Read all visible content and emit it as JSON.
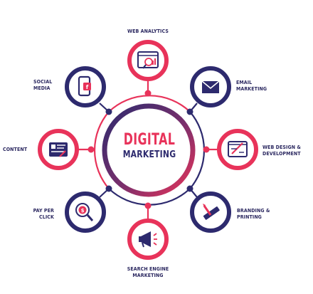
{
  "center": {
    "line1": "DIGITAL",
    "line2": "MARKETING"
  },
  "nodes": [
    {
      "id": "web-analytics",
      "line1": "WEB ANALYTICS",
      "line2": "",
      "icon": "analytics-icon",
      "color": "#e8335a"
    },
    {
      "id": "email-marketing",
      "line1": "EMAIL",
      "line2": "MARKETING",
      "icon": "email-icon",
      "color": "#2d2a6e"
    },
    {
      "id": "web-design",
      "line1": "WEB DESIGN &",
      "line2": "DEVELOPMENT",
      "icon": "web-design-icon",
      "color": "#e8335a"
    },
    {
      "id": "branding-printing",
      "line1": "BRANDING &",
      "line2": "PRINTING",
      "icon": "branding-icon",
      "color": "#2d2a6e"
    },
    {
      "id": "search-engine-marketing",
      "line1": "SEARCH ENGINE",
      "line2": "MARKETING",
      "icon": "megaphone-icon",
      "color": "#e8335a"
    },
    {
      "id": "pay-per-click",
      "line1": "PAY PER",
      "line2": "CLICK",
      "icon": "pay-per-click-icon",
      "color": "#2d2a6e"
    },
    {
      "id": "content",
      "line1": "CONTENT",
      "line2": "",
      "icon": "content-icon",
      "color": "#e8335a"
    },
    {
      "id": "social-media",
      "line1": "SOCIAL",
      "line2": "MEDIA",
      "icon": "social-media-icon",
      "color": "#2d2a6e"
    }
  ],
  "colors": {
    "pink": "#e8335a",
    "navy": "#2d2a6e",
    "white": "#ffffff"
  }
}
